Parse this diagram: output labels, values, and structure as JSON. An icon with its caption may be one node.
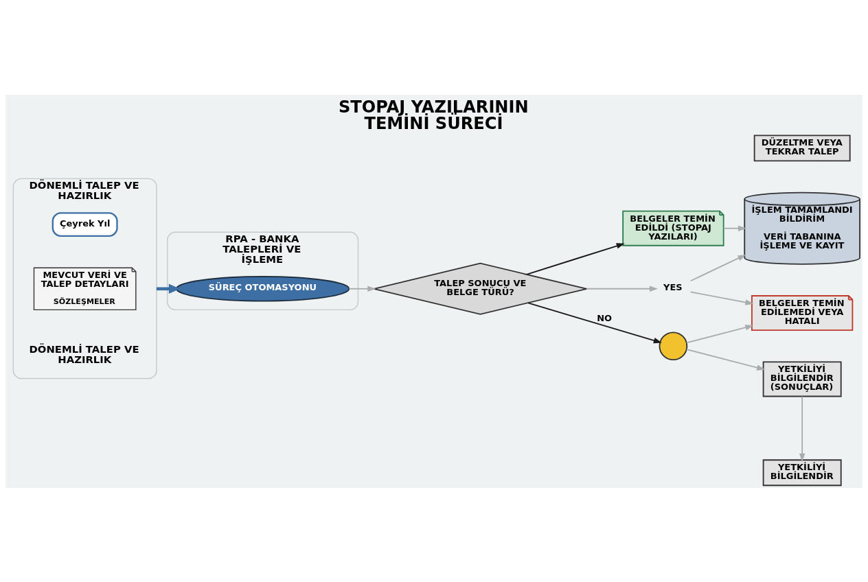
{
  "diagram": {
    "title": "STOPAJ YAZILARININ TEMİNİ SÜRECİ",
    "nodes": [
      {
        "text": [
          "DÖNEMLİ TALEP VE HAZIRLIK"
        ],
        "beside": [
          "DÖNEMLİ TALEP VE HAZIRLIK"
        ]
      },
      {
        "text": [
          "Çeyrek Yıl"
        ],
        "in": 0
      },
      {
        "text": [
          "MEVCUT VERİ VE TALEP DETAYLARI",
          "SÖZLEŞMELER"
        ],
        "in": 0
      },
      {
        "text": [
          "RPA - BANKA TALEPLERİ VE İŞLEME"
        ]
      },
      {
        "text": [
          "SÜREÇ OTOMASYONU"
        ],
        "in": 3
      },
      {
        "text": [
          "TALEP SONUCU VE BELGE TÜRÜ?"
        ]
      },
      {
        "text": [
          "BELGELER TEMİN EDİLDİ (STOPAJ YAZILARI)"
        ]
      },
      {
        "text": [
          "İŞLEM TAMAMLANDI BİLDİRİM",
          "VERİ TABANINA İŞLEME VE KAYIT"
        ]
      },
      {
        "text": [
          "YES"
        ]
      },
      {
        "text": [],
        "shape": "circle"
      },
      {
        "text": [
          "BELGELER TEMİN EDİLEMEDİ VEYA HATALI"
        ]
      },
      {
        "text": [
          "YETKİLİYİ BİLGİLENDİR"
        ]
      },
      {
        "text": [
          "YETKİLİYİ BİLGİLENDİR (SONUÇLAR)"
        ]
      },
      {
        "text": [
          "DÜZELTME VEYA TEKRAR TALEP"
        ]
      }
    ],
    "edges": [
      {
        "from": 0,
        "to": 4,
        "arrow": "to",
        "style": "thick",
        "color": "#3d6fa5"
      },
      {
        "from": 4,
        "to": 5,
        "arrow": "to"
      },
      {
        "from": 5,
        "to": 6,
        "arrow": "to",
        "color": "#1a1a1a"
      },
      {
        "from": 5,
        "to": 8,
        "arrow": "to"
      },
      {
        "from": 5,
        "to": 9,
        "arrow": "to",
        "label": "NO",
        "color": "#1a1a1a"
      },
      {
        "from": 6,
        "to": 7,
        "arrow": "to"
      },
      {
        "from": 8,
        "to": 7,
        "arrow": "to"
      },
      {
        "from": 8,
        "to": 10,
        "arrow": "to"
      },
      {
        "from": 9,
        "to": 10,
        "arrow": "to"
      },
      {
        "from": 9,
        "to": 12,
        "arrow": "to"
      },
      {
        "from": 12,
        "to": 11,
        "arrow": "to"
      }
    ]
  }
}
